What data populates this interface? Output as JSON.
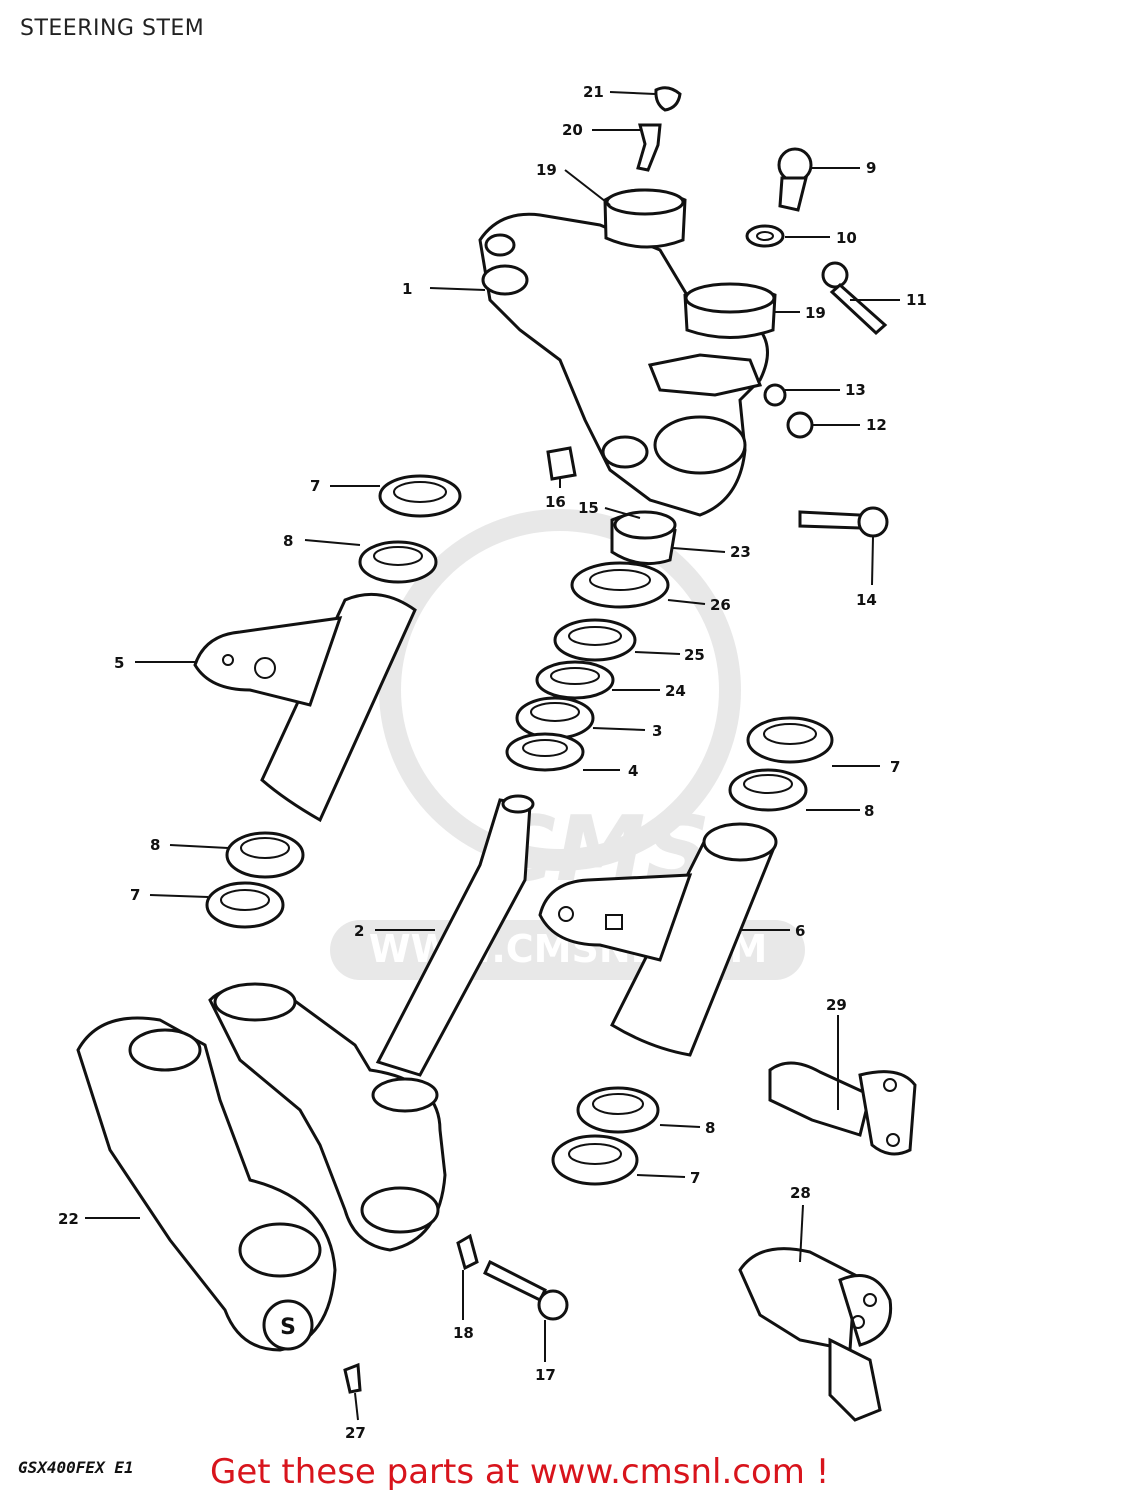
{
  "page": {
    "title": "STEERING STEM",
    "model_code": "GSX400FEX E1",
    "promo_text": "Get these parts at www.cmsnl.com !",
    "watermark_text": "CMS",
    "watermark_url": "WWW.CMSNL.COM"
  },
  "colors": {
    "promo": "#d8141c",
    "line": "#111111",
    "watermark": "#e6e6e6"
  },
  "callouts": {
    "c21": "21",
    "c20": "20",
    "c19a": "19",
    "c19b": "19",
    "c9": "9",
    "c10": "10",
    "c11": "11",
    "c1": "1",
    "c13": "13",
    "c12": "12",
    "c16": "16",
    "c15": "15",
    "c14": "14",
    "c23": "23",
    "c26": "26",
    "c25": "25",
    "c24": "24",
    "c3": "3",
    "c4": "4",
    "c7a": "7",
    "c8a": "8",
    "c5": "5",
    "c8b": "8",
    "c7b": "7",
    "c7c": "7",
    "c8c": "8",
    "c2": "2",
    "c6": "6",
    "c29": "29",
    "c8d": "8",
    "c7d": "7",
    "c22": "22",
    "c28": "28",
    "c18": "18",
    "c17": "17",
    "c27": "27"
  }
}
